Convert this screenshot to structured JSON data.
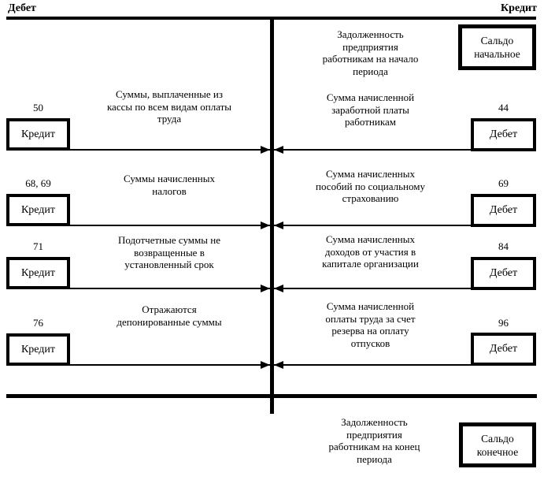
{
  "headers": {
    "left": "Дебет",
    "right": "Кредит"
  },
  "opening": {
    "text": "Задолженность\nпредприятия\nработникам на начало\nпериода",
    "box_label": "Сальдо\nначальное"
  },
  "closing": {
    "text": "Задолженность\nпредприятия\nработникам на конец\nпериода",
    "box_label": "Сальдо\nконечное"
  },
  "rows": [
    {
      "left": {
        "account": "50",
        "box_label": "Кредит",
        "text": "Суммы, выплаченные из\nкассы по всем видам оплаты\nтруда"
      },
      "right": {
        "account": "44",
        "box_label": "Дебет",
        "text": "Сумма начисленной\nзаработной платы\nработникам"
      }
    },
    {
      "left": {
        "account": "68, 69",
        "box_label": "Кредит",
        "text": "Суммы начисленных\nналогов"
      },
      "right": {
        "account": "69",
        "box_label": "Дебет",
        "text": "Сумма начисленных\nпособий по социальному\nстрахованию"
      }
    },
    {
      "left": {
        "account": "71",
        "box_label": "Кредит",
        "text": "Подотчетные суммы не\nвозвращенные в\nустановленный срок"
      },
      "right": {
        "account": "84",
        "box_label": "Дебет",
        "text": "Сумма начисленных\nдоходов от участия в\nкапитале организации"
      }
    },
    {
      "left": {
        "account": "76",
        "box_label": "Кредит",
        "text": "Отражаются\nдепонированные суммы"
      },
      "right": {
        "account": "96",
        "box_label": "Дебет",
        "text": "Сумма начисленной\nоплаты труда за счет\nрезерва на оплату\nотпусков"
      }
    }
  ],
  "colors": {
    "ink": "#000000",
    "background": "#ffffff"
  }
}
